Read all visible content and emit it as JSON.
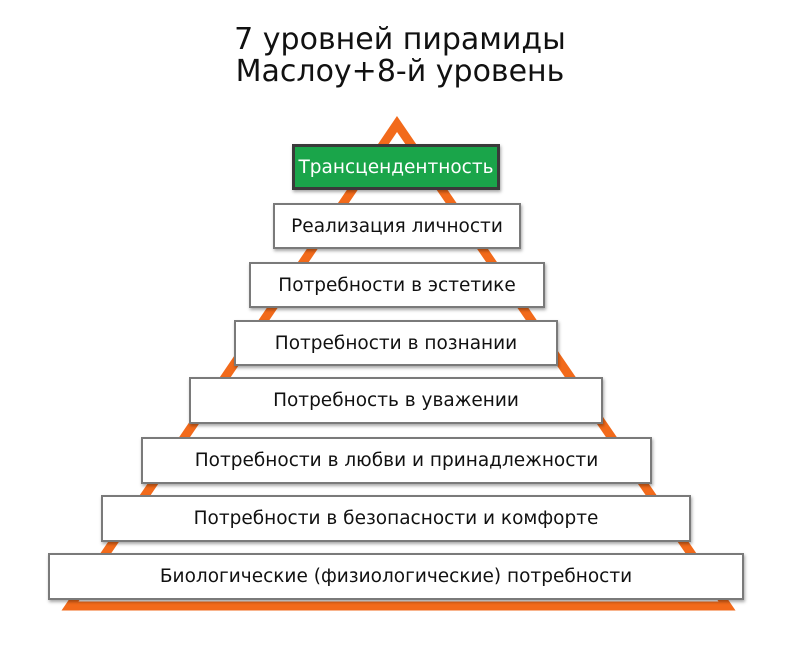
{
  "title": {
    "line1": "7 уровней пирамиды",
    "line2": "Маслоу+8-й уровень"
  },
  "colors": {
    "frame": "#f26a1b",
    "top_level": "#1aa54a",
    "box_border": "#7a7a7a"
  },
  "levels": [
    "Трансцендентность",
    "Реализация личности",
    "Потребности в эстетике",
    "Потребности в познании",
    "Потребность в уважении",
    "Потребности в любви и принадлежности",
    "Потребности в безопасности и комфорте",
    "Биологические (физиологические) потребности"
  ]
}
